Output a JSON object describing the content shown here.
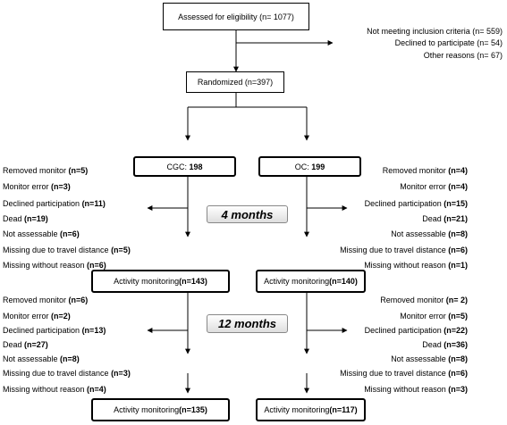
{
  "assessed": "Assessed for eligibility (n= 1077)",
  "exclusions": [
    "Not meeting inclusion criteria (n= 559)",
    "Declined to participate  (n= 54)",
    "Other reasons  (n= 67)"
  ],
  "randomized": "Randomized (n=397)",
  "cgc": {
    "label": "CGC:",
    "n": "198"
  },
  "oc": {
    "label": "OC:",
    "n": "199"
  },
  "period1": "4 months",
  "period2": "12 months",
  "left1": [
    {
      "label": "Removed monitor ",
      "n": "(n=5)"
    },
    {
      "label": "Monitor error ",
      "n": "(n=3)"
    },
    {
      "label": "Declined participation ",
      "n": "(n=11)"
    },
    {
      "label": "Dead ",
      "n": "(n=19)"
    },
    {
      "label": "Not assessable ",
      "n": "(n=6)"
    },
    {
      "label": "Missing due to travel distance ",
      "n": "(n=5)"
    },
    {
      "label": "Missing without reason ",
      "n": "(n=6)"
    }
  ],
  "right1": [
    {
      "label": "Removed monitor ",
      "n": "(n=4)"
    },
    {
      "label": "Monitor error ",
      "n": "(n=4)"
    },
    {
      "label": "Declined participation ",
      "n": "(n=15)"
    },
    {
      "label": "Dead ",
      "n": "(n=21)"
    },
    {
      "label": "Not assessable ",
      "n": "(n=8)"
    },
    {
      "label": "Missing due to travel distance ",
      "n": "(n=6)"
    },
    {
      "label": "Missing without reason ",
      "n": "(n=1)"
    }
  ],
  "left2": [
    {
      "label": "Removed monitor ",
      "n": "(n=6)"
    },
    {
      "label": "Monitor error ",
      "n": "(n=2)"
    },
    {
      "label": "Declined participation ",
      "n": "(n=13)"
    },
    {
      "label": "Dead ",
      "n": "(n=27)"
    },
    {
      "label": "Not assessable ",
      "n": "(n=8)"
    },
    {
      "label": "Missing due to travel distance ",
      "n": "(n=3)"
    },
    {
      "label": "Missing without reason ",
      "n": "(n=4)"
    }
  ],
  "right2": [
    {
      "label": "Removed monitor ",
      "n": "(n= 2)"
    },
    {
      "label": "Monitor error ",
      "n": "(n=5)"
    },
    {
      "label": "Declined participation ",
      "n": "(n=22)"
    },
    {
      "label": "Dead ",
      "n": "(n=36)"
    },
    {
      "label": "Not assessable ",
      "n": "(n=8)"
    },
    {
      "label": "Missing due to travel distance ",
      "n": "(n=6)"
    },
    {
      "label": "Missing without reason ",
      "n": "(n=3)"
    }
  ],
  "activity": {
    "cgc_4": {
      "label": "Activity monitoring ",
      "n": "(n=143)"
    },
    "oc_4": {
      "label": "Activity monitoring ",
      "n": "(n=140)"
    },
    "cgc_12": {
      "label": "Activity monitoring ",
      "n": "(n=135)"
    },
    "oc_12": {
      "label": "Activity monitoring ",
      "n": "(n=117)"
    }
  }
}
